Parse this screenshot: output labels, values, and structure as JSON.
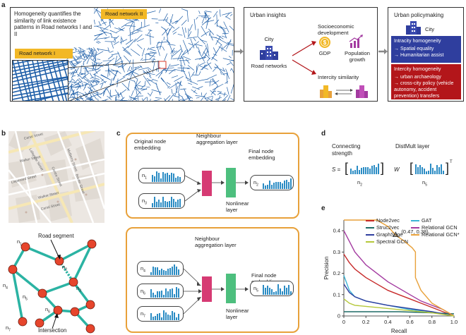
{
  "panels": {
    "a": "a",
    "b": "b",
    "c": "c",
    "d": "d",
    "e": "e"
  },
  "panel_a": {
    "description": "Homogeneity quantifies the similarity of link existence patterns in Road networks I and II",
    "road_network_1": "Road network I",
    "road_network_2": "Road network II",
    "urban_insights": "Urban insights",
    "city": "City",
    "road_networks": "Road networks",
    "socioeconomic": "Socioeconomic development",
    "gdp": "GDP",
    "population": "Population growth",
    "intercity_similarity": "Intercity similarity",
    "urban_policymaking": "Urban policymaking",
    "city2": "City",
    "intracity_title": "Intracity homogeneity",
    "intracity_items": [
      "→  Spatial equality",
      "→  Humanitarian assist"
    ],
    "intercity_title": "Intercity homogeneity",
    "intercity_items": [
      "→ urban archaeology",
      "→ cross-city policy (vehicle autonomy, accident prevention) transfers"
    ],
    "colors": {
      "blue_box": "#2f3e9e",
      "red_box": "#b3161a",
      "yellow": "#f2b826",
      "network": "#1f5fa8"
    }
  },
  "panel_b": {
    "streets": [
      "Canal Street",
      "Lafayette Street",
      "Walker Street",
      "Centre Street",
      "Baxter Street",
      "Lispenard Street",
      "Mulberry Street",
      "Walker Street",
      "Canal Street"
    ],
    "road_segment": "Road segment",
    "intersection": "Intersection",
    "nodes": [
      "n",
      "n",
      "n",
      "n",
      "n",
      "n",
      "n"
    ],
    "node_subs": [
      "1",
      "2",
      "3",
      "4",
      "5",
      "6",
      "7"
    ]
  },
  "panel_c": {
    "top": {
      "original": "Original node embedding",
      "aggregation": "Neighbour aggregation layer",
      "nonlinear": "Nonlinear layer",
      "final": "Final node embedding",
      "inputs": [
        {
          "n": "n",
          "sub": "1"
        },
        {
          "n": "n",
          "sub": "3"
        }
      ],
      "output": {
        "n": "n",
        "sub": "2"
      }
    },
    "bottom": {
      "aggregation": "Neighbour aggregation layer",
      "nonlinear": "Nonlinear layer",
      "final": "Final node embedding",
      "inputs": [
        {
          "n": "n",
          "sub": "4"
        },
        {
          "n": "n",
          "sub": "6"
        },
        {
          "n": "n",
          "sub": "7"
        }
      ],
      "output": {
        "n": "n",
        "sub": "5"
      }
    },
    "colors": {
      "aggregation": "#d63a73",
      "nonlinear": "#4dbf7e",
      "frame": "#e8a13a",
      "bars": "#2b8cc4"
    }
  },
  "panel_d": {
    "connecting": "Connecting strength",
    "distmult": "DistMult layer",
    "s_eq": "S =",
    "w": "W",
    "t": "T",
    "left_node": {
      "n": "n",
      "sub": "2"
    },
    "right_node": {
      "n": "n",
      "sub": "5"
    }
  },
  "chart_data": {
    "type": "line",
    "xlabel": "Recall",
    "ylabel": "Precision",
    "xlim": [
      0,
      1.0
    ],
    "ylim": [
      0,
      0.45
    ],
    "xticks": [
      "0",
      "0.2",
      "0.4",
      "0.6",
      "0.8",
      "1.0"
    ],
    "yticks": [
      "0",
      "0.1",
      "0.2",
      "0.3",
      "0.4"
    ],
    "annotation": "(0.47, 0.38)",
    "annotation_point": {
      "x": 0.47,
      "y": 0.38
    },
    "series": [
      {
        "name": "Node2vec",
        "color": "#c72a2a",
        "x": [
          0.0,
          0.05,
          0.1,
          0.2,
          0.3,
          0.4,
          0.5,
          0.6,
          0.7,
          0.8,
          0.9,
          1.0
        ],
        "values": [
          0.29,
          0.25,
          0.22,
          0.18,
          0.15,
          0.12,
          0.1,
          0.08,
          0.06,
          0.04,
          0.02,
          0.0
        ]
      },
      {
        "name": "GAT",
        "color": "#3ab4d6",
        "x": [
          0.0,
          0.05,
          0.1,
          0.2,
          0.4,
          0.6,
          0.8,
          1.0
        ],
        "values": [
          0.19,
          0.12,
          0.09,
          0.07,
          0.05,
          0.03,
          0.02,
          0.0
        ]
      },
      {
        "name": "Struc2vec",
        "color": "#1f6b66",
        "x": [
          0.0,
          0.2,
          0.5,
          0.8,
          1.0
        ],
        "values": [
          0.02,
          0.02,
          0.02,
          0.015,
          0.01
        ]
      },
      {
        "name": "Relational GCN",
        "color": "#a33aa0",
        "x": [
          0.0,
          0.05,
          0.1,
          0.2,
          0.3,
          0.4,
          0.5,
          0.6,
          0.7,
          0.8,
          0.9,
          1.0
        ],
        "values": [
          0.4,
          0.35,
          0.3,
          0.24,
          0.2,
          0.16,
          0.13,
          0.1,
          0.07,
          0.05,
          0.03,
          0.0
        ]
      },
      {
        "name": "GraphSage",
        "color": "#2f3e9e",
        "x": [
          0.0,
          0.05,
          0.1,
          0.2,
          0.4,
          0.6,
          0.8,
          1.0
        ],
        "values": [
          0.15,
          0.11,
          0.09,
          0.07,
          0.05,
          0.035,
          0.02,
          0.0
        ]
      },
      {
        "name": "Relational GCN*",
        "color": "#e8a13a",
        "x": [
          0.0,
          0.05,
          0.1,
          0.2,
          0.3,
          0.4,
          0.47,
          0.55,
          0.62,
          0.65,
          0.65,
          0.7,
          0.8,
          1.0
        ],
        "values": [
          0.55,
          0.54,
          0.53,
          0.5,
          0.46,
          0.42,
          0.38,
          0.35,
          0.32,
          0.3,
          0.18,
          0.12,
          0.06,
          0.0
        ]
      },
      {
        "name": "Spectral GCN",
        "color": "#b5c83a",
        "x": [
          0.0,
          0.05,
          0.1,
          0.2,
          0.4,
          0.6,
          0.8,
          1.0
        ],
        "values": [
          0.08,
          0.06,
          0.05,
          0.045,
          0.035,
          0.025,
          0.015,
          0.0
        ]
      }
    ]
  }
}
